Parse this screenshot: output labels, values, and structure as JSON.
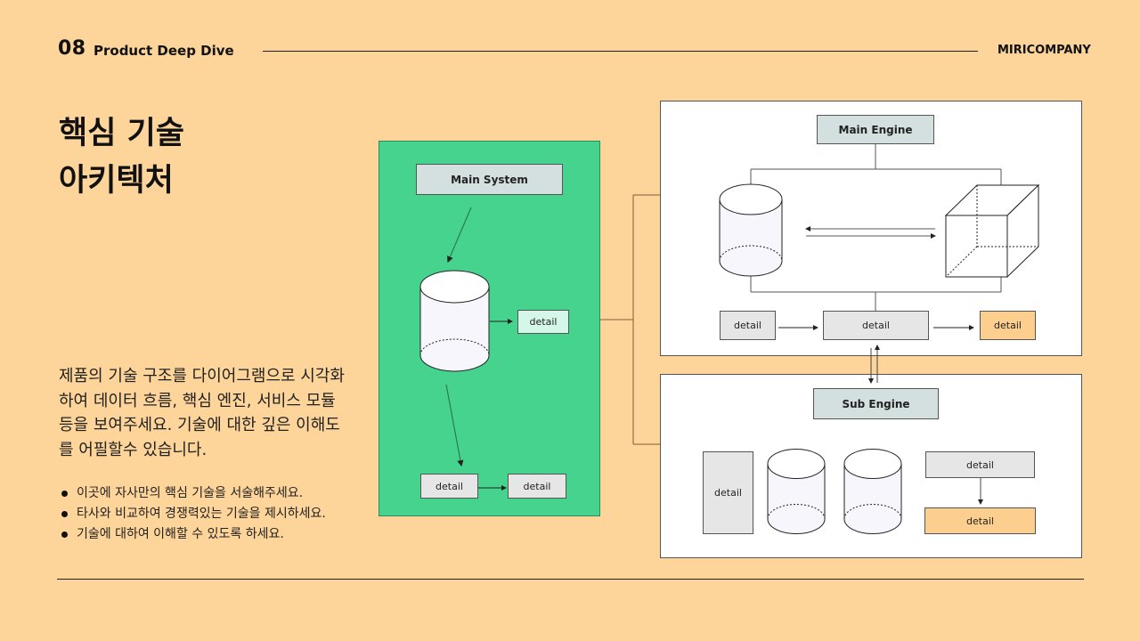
{
  "header": {
    "number": "08",
    "title": "Product Deep Dive",
    "brand": "MIRICOMPANY"
  },
  "main": {
    "headline_line1": "핵심 기술",
    "headline_line2": "아키텍처",
    "description": "제품의 기술 구조를 다이어그램으로 시각화하여 데이터 흐름, 핵심 엔진, 서비스 모듈 등을 보여주세요. 기술에 대한 깊은 이해도를 어필할수 있습니다.",
    "bullets": [
      "이곳에 자사만의 핵심 기술을 서술해주세요.",
      "타사와 비교하여 경쟁력있는 기술을 제시하세요.",
      "기술에 대하여 이해할 수 있도록 하세요."
    ]
  },
  "diagram": {
    "main_system": {
      "title": "Main System",
      "detail_right": "detail",
      "detail_bottom_left": "detail",
      "detail_bottom_right": "detail"
    },
    "main_engine": {
      "title": "Main Engine",
      "detail_left": "detail",
      "detail_center": "detail",
      "detail_right": "detail"
    },
    "sub_engine": {
      "title": "Sub Engine",
      "detail_tall": "detail",
      "detail_top": "detail",
      "detail_bottom": "detail"
    }
  },
  "colors": {
    "background": "#FDD499",
    "green_panel": "#45D38E",
    "orange_box": "#FCCF8E",
    "slate_box": "#D4DFDF"
  }
}
